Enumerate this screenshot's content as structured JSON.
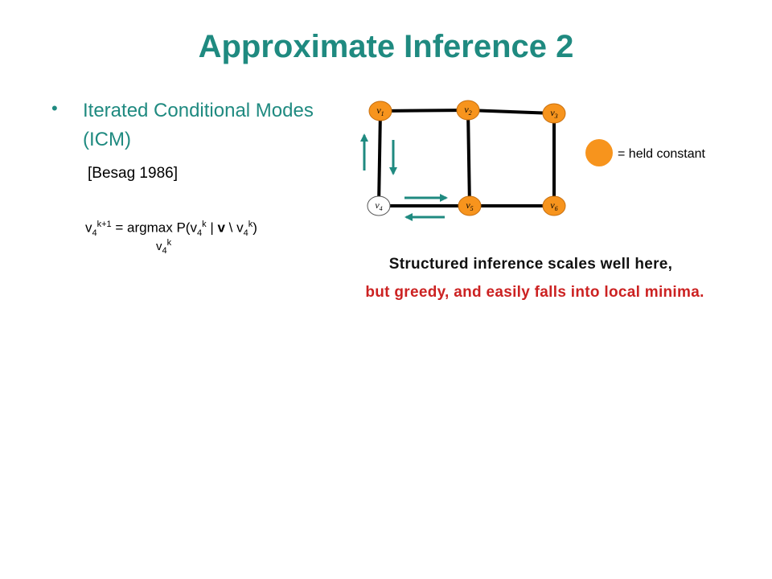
{
  "title": "Approximate Inference 2",
  "bullet": {
    "marker": "•",
    "line1": "Iterated Conditional Modes",
    "line2": "(ICM)"
  },
  "citation": "[Besag 1986]",
  "formula": {
    "lhs_var": "v",
    "lhs_sub": "4",
    "lhs_sup": "k+1",
    "eq_text": " = argmax P(v",
    "p_sub": "4",
    "p_sup": "k",
    "given_text": " | ",
    "bold_v": "v",
    "minus_text": " \\ v",
    "m_sub": "4",
    "m_sup": "k",
    "close": ")",
    "under_var": "v",
    "under_sub": "4",
    "under_sup": "k"
  },
  "nodes": [
    {
      "id": "v1",
      "letter": "v",
      "index": "1",
      "held": true
    },
    {
      "id": "v2",
      "letter": "v",
      "index": "2",
      "held": true
    },
    {
      "id": "v3",
      "letter": "v",
      "index": "3",
      "held": true
    },
    {
      "id": "v4",
      "letter": "v",
      "index": "4",
      "held": false
    },
    {
      "id": "v5",
      "letter": "v",
      "index": "5",
      "held": true
    },
    {
      "id": "v6",
      "letter": "v",
      "index": "6",
      "held": true
    }
  ],
  "legend": {
    "text": "= held constant"
  },
  "captions": {
    "line1": "Structured inference scales well here,",
    "line2": "but greedy, and easily falls into local minima."
  },
  "colors": {
    "title": "#1f8a80",
    "node_held": "#f7941d",
    "node_free": "#ffffff",
    "arrow": "#1f8a80",
    "caption_red": "#cc2222"
  }
}
